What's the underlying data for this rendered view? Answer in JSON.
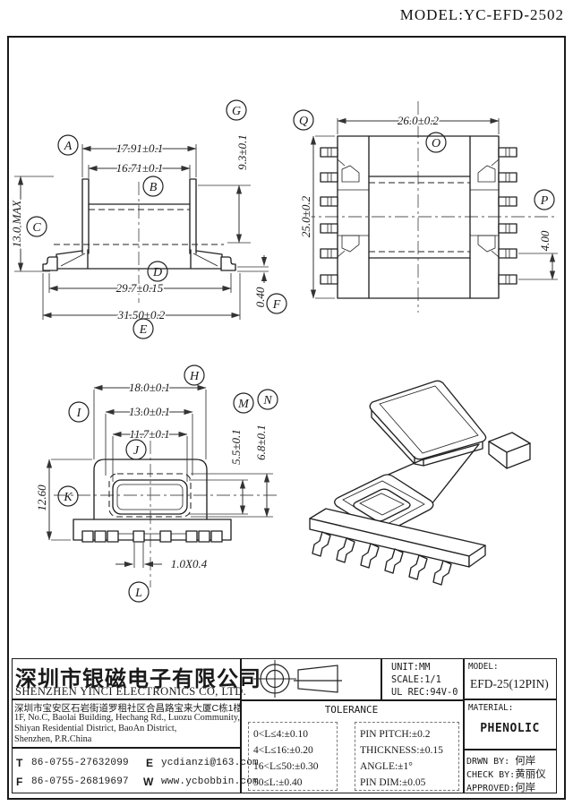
{
  "header": {
    "model": "MODEL:YC-EFD-2502"
  },
  "colors": {
    "ink": "#1a1a1a",
    "paper": "#ffffff"
  },
  "views": {
    "front": {
      "items": [
        {
          "id": "A",
          "text": "17.91±0.1"
        },
        {
          "id": "B",
          "text": "16.71±0.1"
        },
        {
          "id": "C",
          "text": "13.0 MAX"
        },
        {
          "id": "D",
          "text": "29.7±0.15"
        },
        {
          "id": "E",
          "text": "31.50±0.2"
        },
        {
          "id": "F",
          "text": "0.40"
        },
        {
          "id": "G",
          "text": "9.3±0.1"
        }
      ]
    },
    "top": {
      "items": [
        {
          "id": "Q",
          "text": "25.0±0.2"
        },
        {
          "id": "O",
          "text": "26.0±0.2"
        },
        {
          "id": "P",
          "text": "4.00"
        }
      ]
    },
    "bottom": {
      "items": [
        {
          "id": "H",
          "text": "18.0±0.1"
        },
        {
          "id": "I",
          "text": "13.0±0.1"
        },
        {
          "id": "J",
          "text": "11.7±0.1"
        },
        {
          "id": "K",
          "text": "12.60"
        },
        {
          "id": "L",
          "text": "1.0X0.4"
        },
        {
          "id": "M",
          "text": "5.5±0.1"
        },
        {
          "id": "N",
          "text": "6.8±0.1"
        }
      ]
    }
  },
  "title_block": {
    "company_cn": "深圳市银磁电子有限公司",
    "company_en": "SHENZHEN YINCI ELECTRONICS CO, LTD.",
    "address_cn": "深圳市宝安区石岩街道罗租社区合昌路宝来大厦C栋1楼",
    "address_en1": "1F, No.C, Baolai Building, Hechang Rd., Luozu Community,",
    "address_en2": "Shiyan Residential District, BaoAn District,",
    "address_en3": "Shenzhen, P.R.China",
    "tel_label": "T",
    "tel": "86-0755-27632099",
    "fax_label": "F",
    "fax": "86-0755-26819697",
    "email_label": "E",
    "email": "ycdianzi@163.com",
    "web_label": "W",
    "web": "www.ycbobbin.com",
    "unit": "UNIT:MM",
    "scale": "SCALE:1/1",
    "ul": "UL REC:94V-0",
    "tolerance_title": "TOLERANCE",
    "tol_left": [
      "0<L≤4:±0.10",
      "4<L≤16:±0.20",
      "16<L≤50:±0.30",
      "50≤L:±0.40"
    ],
    "tol_right": [
      "PIN PITCH:±0.2",
      "THICKNESS:±0.15",
      "ANGLE:±1°",
      "PIN DIM:±0.05"
    ],
    "model_label": "MODEL:",
    "model_value": "EFD-25(12PIN)",
    "material_label": "MATERIAL:",
    "material_value": "PHENOLIC",
    "drawn_label": "DRWN BY:",
    "drawn_value": "何岸",
    "check_label": "CHECK BY:",
    "check_value": "黄丽仪",
    "approved_label": "APPROVED:",
    "approved_value": "何岸"
  }
}
